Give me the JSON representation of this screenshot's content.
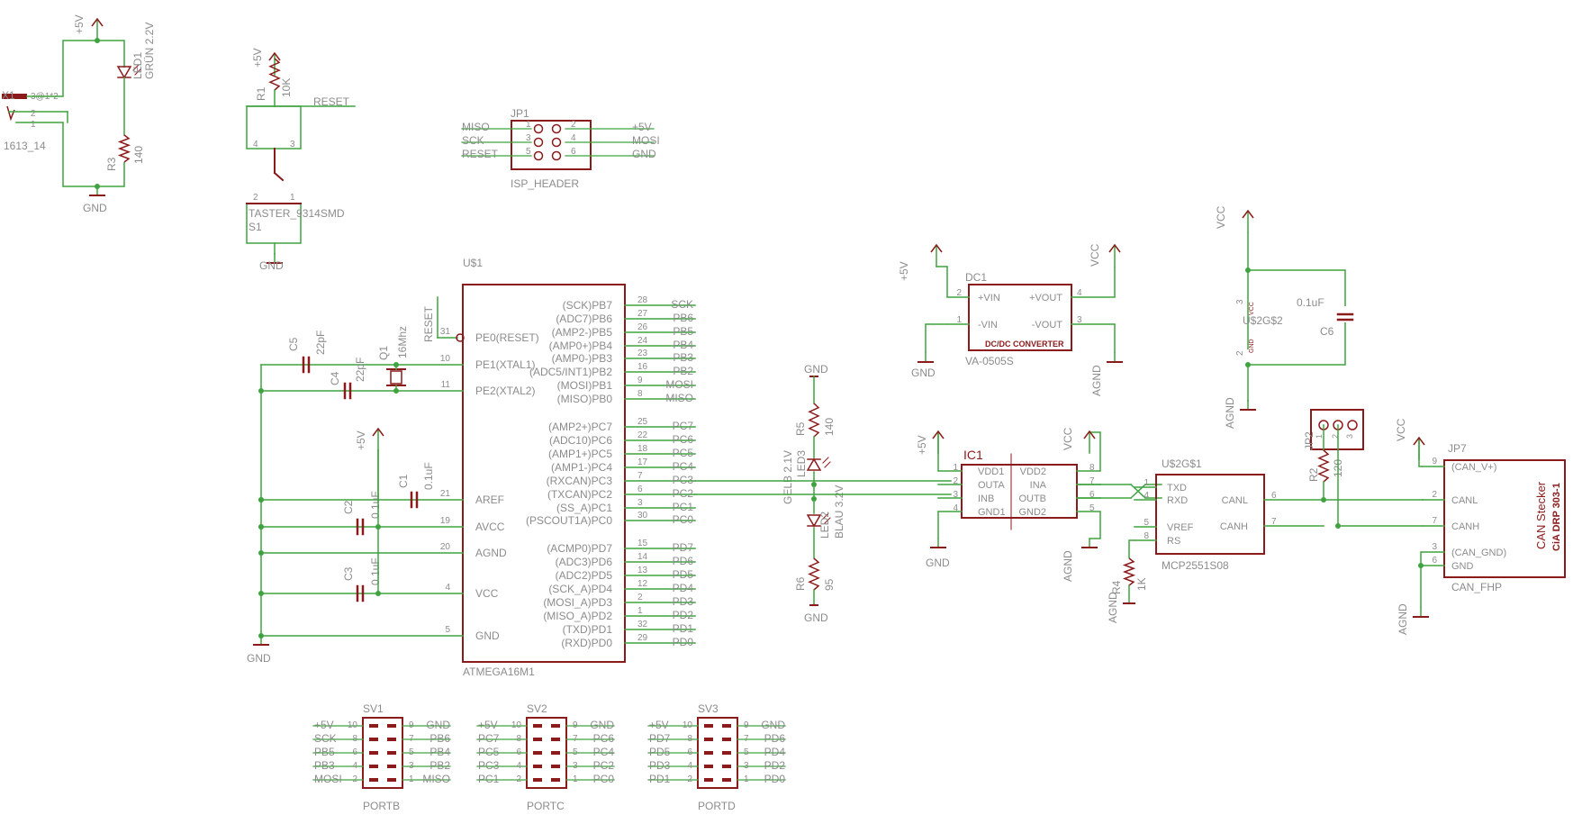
{
  "colors": {
    "wire": "#3fa33f",
    "symbol": "#8b1a1a",
    "text": "#8c8c8c",
    "background": "#ffffff"
  },
  "power": {
    "x1": {
      "name": "X1",
      "pin3": "3@1*2",
      "pin2": "2",
      "pin1": "1",
      "value": "1613_14"
    },
    "led1": {
      "name": "LED1",
      "value": "GRÜN 2.2V"
    },
    "r3": {
      "name": "R3",
      "value": "140"
    },
    "vcc_label": "+5V",
    "gnd_label": "GND"
  },
  "reset": {
    "r1": {
      "name": "R1",
      "value": "10K"
    },
    "net": "RESET",
    "s1": {
      "name": "S1",
      "value": "TASTER_9314SMD",
      "p1": "1",
      "p2": "2",
      "p3": "3",
      "p4": "4"
    },
    "vcc_label": "+5V",
    "gnd_label": "GND"
  },
  "isp": {
    "name": "JP1",
    "value": "ISP_HEADER",
    "left_nets": [
      "MISO",
      "SCK",
      "RESET"
    ],
    "right_nets": [
      "+5V",
      "MOSI",
      "GND"
    ],
    "left_pins": [
      "1",
      "3",
      "5"
    ],
    "right_pins": [
      "2",
      "4",
      "6"
    ]
  },
  "mcu": {
    "name": "U$1",
    "value": "ATMEGA16M1",
    "left_pins": [
      {
        "num": "31",
        "label": "PE0(RESET)"
      },
      {
        "num": "10",
        "label": "PE1(XTAL1)"
      },
      {
        "num": "11",
        "label": "PE2(XTAL2)"
      },
      {
        "num": "21",
        "label": "AREF"
      },
      {
        "num": "19",
        "label": "AVCC"
      },
      {
        "num": "20",
        "label": "AGND"
      },
      {
        "num": "4",
        "label": "VCC"
      },
      {
        "num": "5",
        "label": "GND"
      }
    ],
    "right_pins": [
      {
        "num": "28",
        "label": "(SCK)PB7",
        "net": "SCK"
      },
      {
        "num": "27",
        "label": "(ADC7)PB6",
        "net": "PB6"
      },
      {
        "num": "26",
        "label": "(AMP2-)PB5",
        "net": "PB5"
      },
      {
        "num": "24",
        "label": "(AMP0+)PB4",
        "net": "PB4"
      },
      {
        "num": "23",
        "label": "(AMP0-)PB3",
        "net": "PB3"
      },
      {
        "num": "16",
        "label": "(ADC5/INT1)PB2",
        "net": "PB2"
      },
      {
        "num": "9",
        "label": "(MOSI)PB1",
        "net": "MOSI"
      },
      {
        "num": "8",
        "label": "(MISO)PB0",
        "net": "MISO"
      },
      {
        "num": "25",
        "label": "(AMP2+)PC7",
        "net": "PC7"
      },
      {
        "num": "22",
        "label": "(ADC10)PC6",
        "net": "PC6"
      },
      {
        "num": "18",
        "label": "(AMP1+)PC5",
        "net": "PC5"
      },
      {
        "num": "17",
        "label": "(AMP1-)PC4",
        "net": "PC4"
      },
      {
        "num": "7",
        "label": "(RXCAN)PC3",
        "net": "PC3"
      },
      {
        "num": "6",
        "label": "(TXCAN)PC2",
        "net": "PC2"
      },
      {
        "num": "3",
        "label": "(SS_A)PC1",
        "net": "PC1"
      },
      {
        "num": "30",
        "label": "(PSCOUT1A)PC0",
        "net": "PC0"
      },
      {
        "num": "15",
        "label": "(ACMP0)PD7",
        "net": "PD7"
      },
      {
        "num": "14",
        "label": "(ADC3)PD6",
        "net": "PD6"
      },
      {
        "num": "13",
        "label": "(ADC2)PD5",
        "net": "PD5"
      },
      {
        "num": "12",
        "label": "(SCK_A)PD4",
        "net": "PD4"
      },
      {
        "num": "2",
        "label": "(MOSI_A)PD3",
        "net": "PD3"
      },
      {
        "num": "1",
        "label": "(MISO_A)PD2",
        "net": "PD2"
      },
      {
        "num": "32",
        "label": "(TXD)PD1",
        "net": "PD1"
      },
      {
        "num": "29",
        "label": "(RXD)PD0",
        "net": "PD0"
      }
    ],
    "reset_net": "RESET",
    "c5": {
      "name": "C5",
      "value": "22pF"
    },
    "c4": {
      "name": "C4",
      "value": "22pF"
    },
    "q1": {
      "name": "Q1",
      "value": "16Mhz"
    },
    "c1": {
      "name": "C1",
      "value": "0.1uF"
    },
    "c2": {
      "name": "C2",
      "value": "0.1uF"
    },
    "c3": {
      "name": "C3",
      "value": "0.1uF"
    },
    "vcc_label": "+5V",
    "gnd_label": "GND"
  },
  "leds": {
    "gnd_top": "GND",
    "r5": {
      "name": "R5",
      "value": "140"
    },
    "led3": {
      "name": "LED3",
      "value": "GELB 2.1V"
    },
    "led2": {
      "name": "LED2",
      "value": "BLAU 3.2V"
    },
    "r6": {
      "name": "R6",
      "value": "95"
    },
    "gnd_bottom": "GND"
  },
  "isolator": {
    "name": "IC1",
    "left_pins": [
      {
        "num": "1",
        "label": "VDD1"
      },
      {
        "num": "2",
        "label": "OUTA"
      },
      {
        "num": "3",
        "label": "INB"
      },
      {
        "num": "4",
        "label": "GND1"
      }
    ],
    "right_pins": [
      {
        "num": "8",
        "label": "VDD2"
      },
      {
        "num": "7",
        "label": "INA"
      },
      {
        "num": "6",
        "label": "OUTB"
      },
      {
        "num": "5",
        "label": "GND2"
      }
    ],
    "vcc_left": "+5V",
    "vcc_right": "VCC",
    "gnd_left": "GND",
    "gnd_right": "AGND"
  },
  "dcdc": {
    "name": "DC1",
    "value": "VA-0505S",
    "subtitle": "DC/DC CONVERTER",
    "pins": [
      {
        "num": "2",
        "label": "+VIN"
      },
      {
        "num": "1",
        "label": "-VIN"
      },
      {
        "num": "4",
        "label": "+VOUT"
      },
      {
        "num": "3",
        "label": "-VOUT"
      }
    ],
    "vcc_left": "+5V",
    "vcc_right": "VCC",
    "gnd_left": "GND",
    "gnd_right": "AGND"
  },
  "transceiver": {
    "name": "U$2G$1",
    "value": "MCP2551S08",
    "left_pins": [
      {
        "num": "1",
        "label": "TXD"
      },
      {
        "num": "4",
        "label": "RXD"
      },
      {
        "num": "5",
        "label": "VREF"
      },
      {
        "num": "8",
        "label": "RS"
      }
    ],
    "right_pins": [
      {
        "num": "6",
        "label": "CANL"
      },
      {
        "num": "7",
        "label": "CANH"
      }
    ],
    "r4": {
      "name": "R4",
      "value": "1K"
    },
    "gnd": "AGND"
  },
  "supply": {
    "name": "U$2G$2",
    "pin3": "3",
    "pin2": "2",
    "vcc_pin": "VCC",
    "gnd_pin": "GND",
    "c6": {
      "name": "C6",
      "value": "0.1uF"
    },
    "vcc": "VCC",
    "gnd": "AGND"
  },
  "termination": {
    "jp2": "JP2",
    "r2": {
      "name": "R2",
      "value": "120"
    },
    "pins": [
      "1",
      "2",
      "3"
    ]
  },
  "connector": {
    "name": "JP7",
    "value": "CAN_FHP",
    "title": "CAN Stecker",
    "subtitle": "CiA DRP 303-1",
    "pins": [
      {
        "num": "9",
        "label": "(CAN_V+)"
      },
      {
        "num": "2",
        "label": "CANL"
      },
      {
        "num": "7",
        "label": "CANH"
      },
      {
        "num": "3",
        "label": "(CAN_GND)"
      },
      {
        "num": "6",
        "label": "GND"
      }
    ],
    "vcc": "VCC",
    "gnd": "AGND"
  },
  "headers": [
    {
      "name": "SV1",
      "value": "PORTB",
      "left": [
        {
          "net": "+5V",
          "num": "10"
        },
        {
          "net": "SCK",
          "num": "8"
        },
        {
          "net": "PB5",
          "num": "6"
        },
        {
          "net": "PB3",
          "num": "4"
        },
        {
          "net": "MOSI",
          "num": "2"
        }
      ],
      "right": [
        {
          "num": "9",
          "net": "GND"
        },
        {
          "num": "7",
          "net": "PB6"
        },
        {
          "num": "5",
          "net": "PB4"
        },
        {
          "num": "3",
          "net": "PB2"
        },
        {
          "num": "1",
          "net": "MISO"
        }
      ]
    },
    {
      "name": "SV2",
      "value": "PORTC",
      "left": [
        {
          "net": "+5V",
          "num": "10"
        },
        {
          "net": "PC7",
          "num": "8"
        },
        {
          "net": "PC5",
          "num": "6"
        },
        {
          "net": "PC3",
          "num": "4"
        },
        {
          "net": "PC1",
          "num": "2"
        }
      ],
      "right": [
        {
          "num": "9",
          "net": "GND"
        },
        {
          "num": "7",
          "net": "PC6"
        },
        {
          "num": "5",
          "net": "PC4"
        },
        {
          "num": "3",
          "net": "PC2"
        },
        {
          "num": "1",
          "net": "PC0"
        }
      ]
    },
    {
      "name": "SV3",
      "value": "PORTD",
      "left": [
        {
          "net": "+5V",
          "num": "10"
        },
        {
          "net": "PD7",
          "num": "8"
        },
        {
          "net": "PD5",
          "num": "6"
        },
        {
          "net": "PD3",
          "num": "4"
        },
        {
          "net": "PD1",
          "num": "2"
        }
      ],
      "right": [
        {
          "num": "9",
          "net": "GND"
        },
        {
          "num": "7",
          "net": "PD6"
        },
        {
          "num": "5",
          "net": "PD4"
        },
        {
          "num": "3",
          "net": "PD2"
        },
        {
          "num": "1",
          "net": "PD0"
        }
      ]
    }
  ]
}
